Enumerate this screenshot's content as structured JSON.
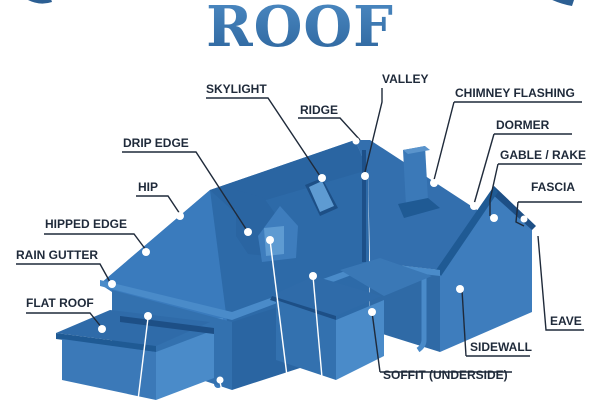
{
  "title": "ROOF",
  "colors": {
    "title_top": "#4d8bc4",
    "title_bottom": "#2c649c",
    "roof_dark": "#1f5a94",
    "roof_mid": "#2d6aa8",
    "roof_light": "#3a7bbd",
    "wall": "#3b79b8",
    "wall_light": "#4a8bc9",
    "label_text": "#1f2a3a",
    "leader_line": "#1f2a3a",
    "marker": "#ffffff"
  },
  "labels": [
    {
      "id": "skylight",
      "text": "SKYLIGHT"
    },
    {
      "id": "ridge",
      "text": "RIDGE"
    },
    {
      "id": "valley",
      "text": "VALLEY"
    },
    {
      "id": "chimney-flashing",
      "text": "CHIMNEY FLASHING"
    },
    {
      "id": "dormer",
      "text": "DORMER"
    },
    {
      "id": "drip-edge",
      "text": "DRIP EDGE"
    },
    {
      "id": "gable-rake",
      "text": "GABLE / RAKE"
    },
    {
      "id": "hip",
      "text": "HIP"
    },
    {
      "id": "fascia",
      "text": "FASCIA"
    },
    {
      "id": "hipped-edge",
      "text": "HIPPED EDGE"
    },
    {
      "id": "rain-gutter",
      "text": "RAIN GUTTER"
    },
    {
      "id": "flat-roof",
      "text": "FLAT ROOF"
    },
    {
      "id": "eave",
      "text": "EAVE"
    },
    {
      "id": "sidewall",
      "text": "SIDEWALL"
    },
    {
      "id": "soffit",
      "text": "SOFFIT (UNDERSIDE)"
    }
  ]
}
